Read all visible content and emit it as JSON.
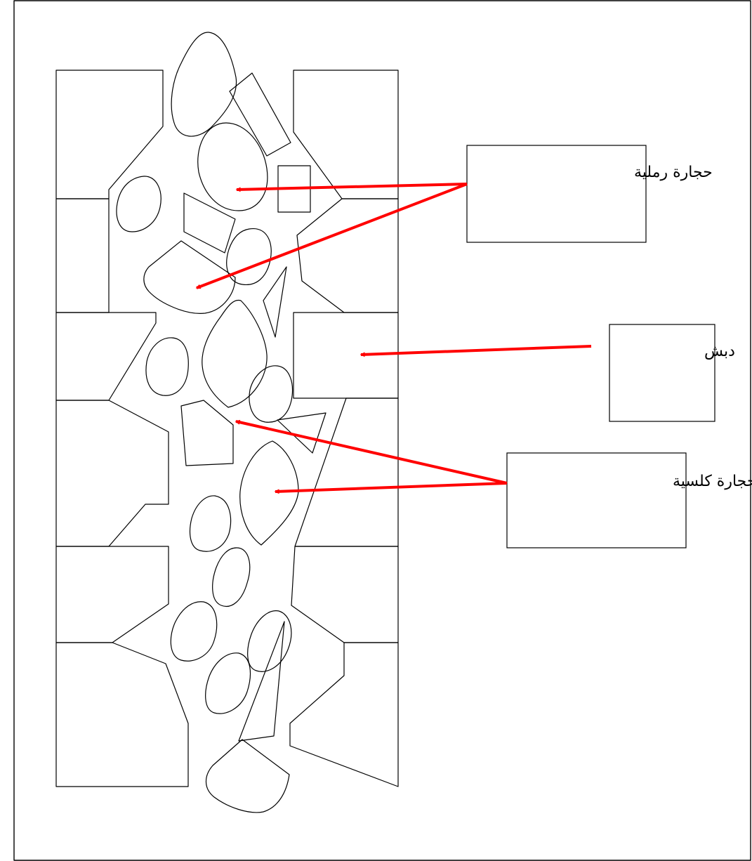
{
  "labels": {
    "sandstone": "حجارة رملية",
    "rubble": "دبش",
    "limestone": "حجارة كلسية"
  },
  "colors": {
    "arrow": "#ff0000",
    "line": "#000000",
    "background": "#ffffff"
  }
}
